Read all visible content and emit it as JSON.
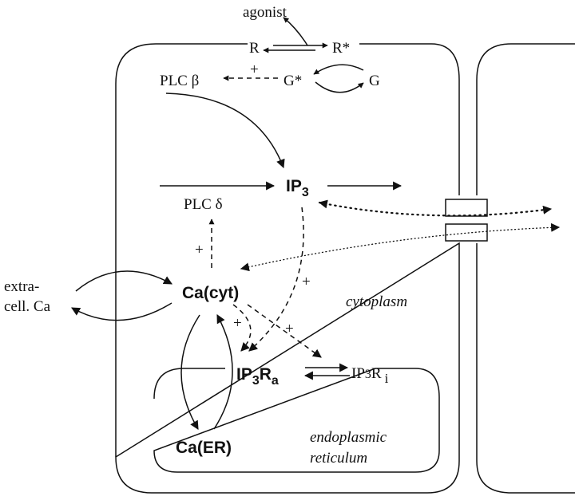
{
  "labels": {
    "agonist": "agonist",
    "R": "R",
    "R_star": "R*",
    "plc_beta": "PLC β",
    "G_star": "G*",
    "G": "G",
    "ip3_main": "IP",
    "ip3_sub": "3",
    "plc_delta": "PLC δ",
    "extracell_line1": "extra-",
    "extracell_line2": "cell. Ca",
    "ca_cyt": "Ca(cyt)",
    "cytoplasm": "cytoplasm",
    "ip3ra_main": "IP",
    "ip3ra_sub3": "3",
    "ip3ra_R": "R",
    "ip3ra_sub_a": "a",
    "ip3ri_main": "IP",
    "ip3ri_sub3": "3",
    "ip3ri_R": "R",
    "ip3ri_sub_i": "i",
    "ca_er": "Ca(ER)",
    "er_line1": "endoplasmic",
    "er_line2": "reticulum"
  },
  "signs": {
    "plus_plc_beta": "+",
    "plus_plc_delta": "+",
    "plus_ip3": "+",
    "plus_ca_left": "+",
    "plus_ca_right": "+"
  }
}
